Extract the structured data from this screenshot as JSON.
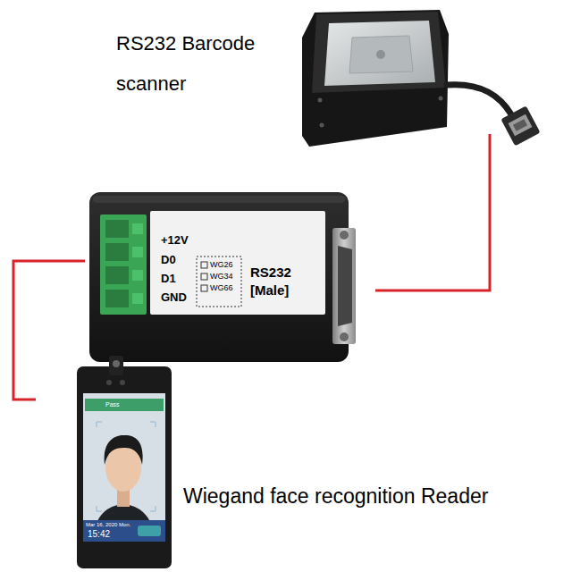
{
  "diagram": {
    "nodes": [
      {
        "text": [
          "RS232 Barcode scanner"
        ]
      },
      {
        "text": [
          "+12V",
          "D0",
          "D1",
          "GND",
          "WG26",
          "WG34",
          "WG66",
          "RS232 [Male]"
        ]
      },
      {
        "text": [
          "Wiegand face recognition Reader"
        ]
      }
    ],
    "edges": [
      {
        "from": 0,
        "to": 1,
        "arrow": "none"
      },
      {
        "from": 1,
        "to": 2,
        "arrow": "none"
      }
    ],
    "labels": [
      "Pass",
      "Mar 16, 2020 Mon.",
      "15:42"
    ]
  }
}
